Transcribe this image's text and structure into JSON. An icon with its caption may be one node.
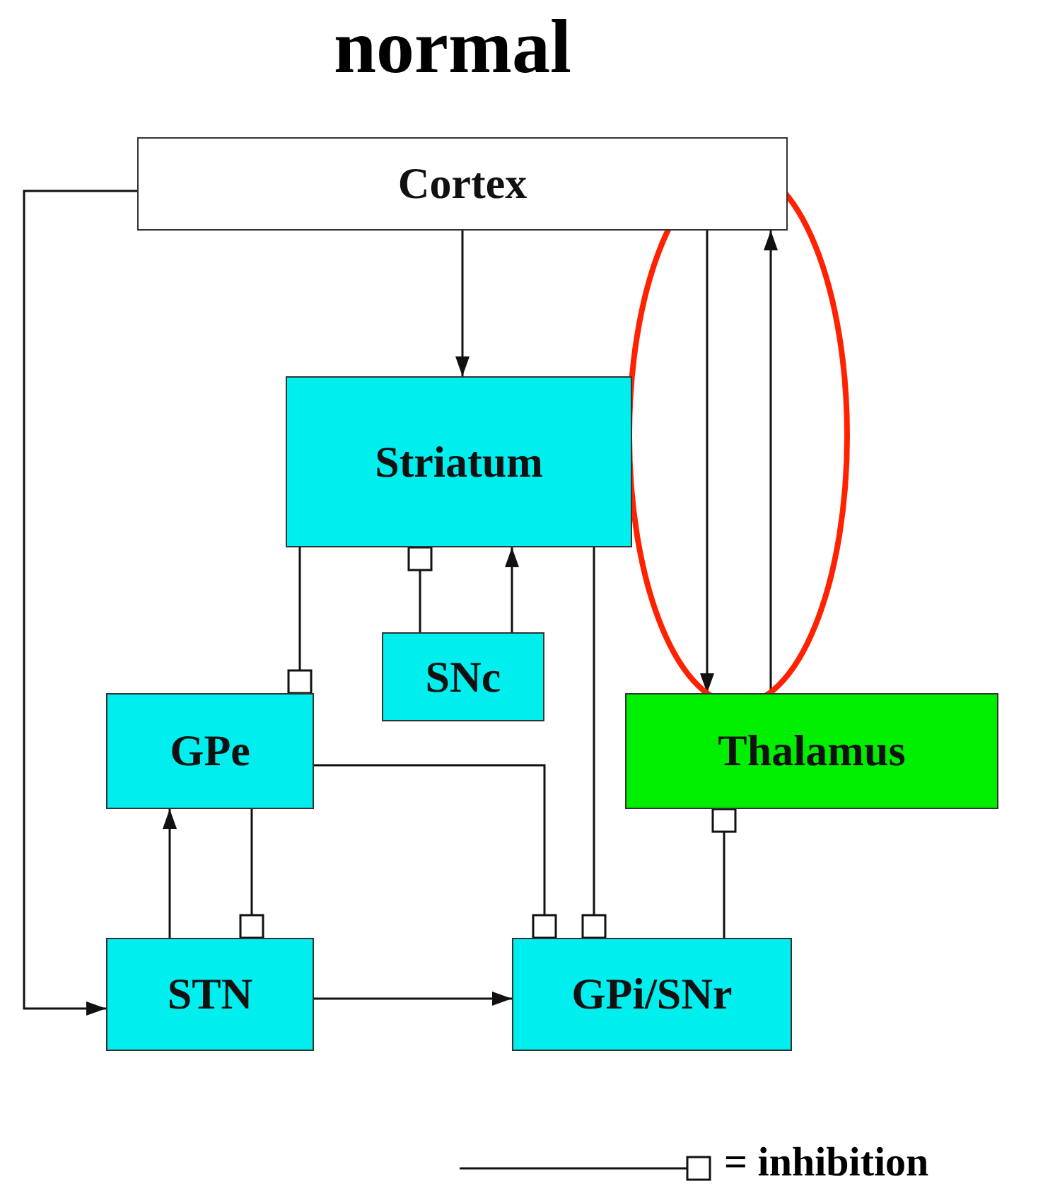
{
  "diagram": {
    "title": "normal",
    "nodes": [
      {
        "text": [
          "Cortex"
        ]
      },
      {
        "text": [
          "Striatum"
        ]
      },
      {
        "text": [
          "SNc"
        ]
      },
      {
        "text": [
          "GPe"
        ]
      },
      {
        "text": [
          "Thalamus"
        ]
      },
      {
        "text": [
          "STN"
        ]
      },
      {
        "text": [
          "GPi/SNr"
        ]
      }
    ],
    "edges": [
      {
        "from": 0,
        "to": 1,
        "arrow": "to"
      },
      {
        "from": 0,
        "to": 4,
        "arrow": "to"
      },
      {
        "from": 4,
        "to": 0,
        "arrow": "to"
      },
      {
        "from": 0,
        "to": 5,
        "arrow": "to"
      },
      {
        "from": 1,
        "to": 3,
        "arrow": "other"
      },
      {
        "from": 2,
        "to": 1,
        "arrow": "other"
      },
      {
        "from": 2,
        "to": 1,
        "arrow": "to"
      },
      {
        "from": 1,
        "to": 6,
        "arrow": "other"
      },
      {
        "from": 3,
        "to": 6,
        "arrow": "other"
      },
      {
        "from": 3,
        "to": 5,
        "arrow": "other"
      },
      {
        "from": 5,
        "to": 3,
        "arrow": "to"
      },
      {
        "from": 5,
        "to": 6,
        "arrow": "to"
      },
      {
        "from": 6,
        "to": 4,
        "arrow": "other"
      }
    ],
    "legend": [
      {
        "text": "= inhibition"
      }
    ]
  }
}
